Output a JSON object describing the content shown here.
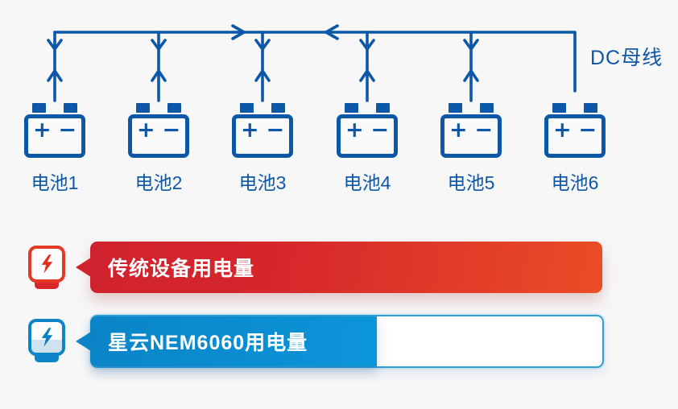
{
  "bus": {
    "label": "DC母线"
  },
  "batteries": [
    {
      "label": "电池1"
    },
    {
      "label": "电池2"
    },
    {
      "label": "电池3"
    },
    {
      "label": "电池4"
    },
    {
      "label": "电池5"
    },
    {
      "label": "电池6"
    }
  ],
  "battery_glyphs": {
    "plus": "+",
    "minus": "−"
  },
  "legend": {
    "traditional": {
      "label": "传统设备用电量"
    },
    "nem6060": {
      "label": "星云NEM6060用电量"
    }
  },
  "colors": {
    "wire_blue": "#0d57a8",
    "banner_red_start": "#d0222e",
    "banner_red_end": "#ea4d26",
    "banner_blue_start": "#0a84c7",
    "banner_blue_end": "#0c95da",
    "track_border_blue": "#2f9dd7",
    "meter_red": "#e23a24",
    "meter_blue": "#0c86c9",
    "meter_liquid_blue": "#cfe2ef",
    "background": "#f7f7f8"
  }
}
